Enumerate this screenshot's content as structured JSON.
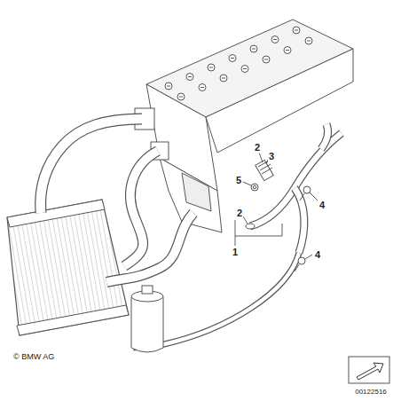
{
  "diagram": {
    "labels": [
      "2",
      "3",
      "5",
      "2",
      "1",
      "4",
      "4",
      "© BMW AG",
      "00122516"
    ]
  }
}
